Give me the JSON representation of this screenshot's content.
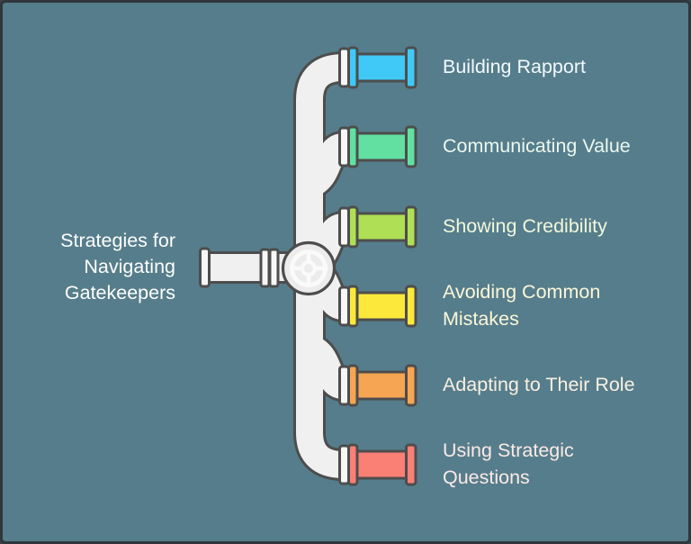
{
  "title": {
    "text": "Strategies for Navigating Gatekeepers",
    "lines": [
      "Strategies for",
      "Navigating",
      "Gatekeepers"
    ],
    "color": "#FFFFFF"
  },
  "center_icon": "pipe-valve-icon",
  "branches": [
    {
      "label": "Building Rapport",
      "lines": [
        "Building Rapport"
      ],
      "icon": "pipe-segment-icon",
      "pipe_color": "#40C9F6",
      "text_color": "#F0FAFE"
    },
    {
      "label": "Communicating Value",
      "lines": [
        "Communicating Value"
      ],
      "icon": "pipe-segment-icon",
      "pipe_color": "#61E0A1",
      "text_color": "#EAF8F0"
    },
    {
      "label": "Showing Credibility",
      "lines": [
        "Showing Credibility"
      ],
      "icon": "pipe-segment-icon",
      "pipe_color": "#AFDF55",
      "text_color": "#F1F8DC"
    },
    {
      "label": "Avoiding Common Mistakes",
      "lines": [
        "Avoiding Common",
        "Mistakes"
      ],
      "icon": "pipe-segment-icon",
      "pipe_color": "#FCE83B",
      "text_color": "#FBF7D9"
    },
    {
      "label": "Adapting to Their Role",
      "lines": [
        "Adapting to Their Role"
      ],
      "icon": "pipe-segment-icon",
      "pipe_color": "#F6A552",
      "text_color": "#FAF0E3"
    },
    {
      "label": "Using Strategic Questions",
      "lines": [
        "Using Strategic",
        "Questions"
      ],
      "icon": "pipe-segment-icon",
      "pipe_color": "#FA7F75",
      "text_color": "#FBEAE7"
    }
  ],
  "colors": {
    "background": "#567D8B",
    "frame_border": "#2F373C",
    "pipe_fill": "#F0F0F0",
    "pipe_outline": "#4D4D4D"
  }
}
